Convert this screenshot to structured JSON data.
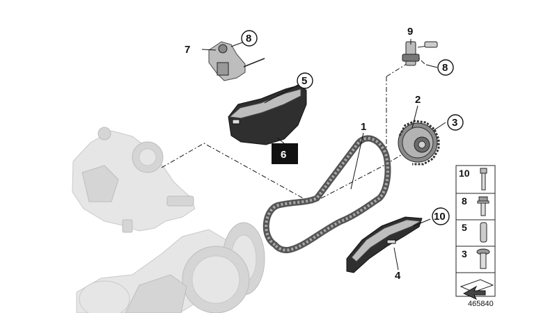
{
  "diagram": {
    "reference_number": "465840",
    "callouts": [
      {
        "id": "c1",
        "label": "1",
        "circled": false,
        "boxed": false
      },
      {
        "id": "c2",
        "label": "2",
        "circled": false,
        "boxed": false
      },
      {
        "id": "c3",
        "label": "3",
        "circled": true,
        "boxed": false
      },
      {
        "id": "c4",
        "label": "4",
        "circled": false,
        "boxed": false
      },
      {
        "id": "c5",
        "label": "5",
        "circled": true,
        "boxed": false
      },
      {
        "id": "c6",
        "label": "6",
        "circled": false,
        "boxed": true
      },
      {
        "id": "c7",
        "label": "7",
        "circled": false,
        "boxed": false
      },
      {
        "id": "c8a",
        "label": "8",
        "circled": true,
        "boxed": false
      },
      {
        "id": "c8b",
        "label": "8",
        "circled": true,
        "boxed": false
      },
      {
        "id": "c9",
        "label": "9",
        "circled": false,
        "boxed": false
      },
      {
        "id": "c10",
        "label": "10",
        "circled": true,
        "boxed": false
      }
    ],
    "legend": [
      {
        "label": "10",
        "icon": "bolt-long-icon"
      },
      {
        "label": "8",
        "icon": "bolt-flanged-icon"
      },
      {
        "label": "5",
        "icon": "sleeve-pin-icon"
      },
      {
        "label": "3",
        "icon": "bolt-washer-icon"
      },
      {
        "label": "",
        "icon": "sheet-arrow-icon"
      }
    ],
    "colors": {
      "ink": "#111111",
      "ghost": "#e6e6e6",
      "dark_part": "#2f2f2f"
    }
  }
}
